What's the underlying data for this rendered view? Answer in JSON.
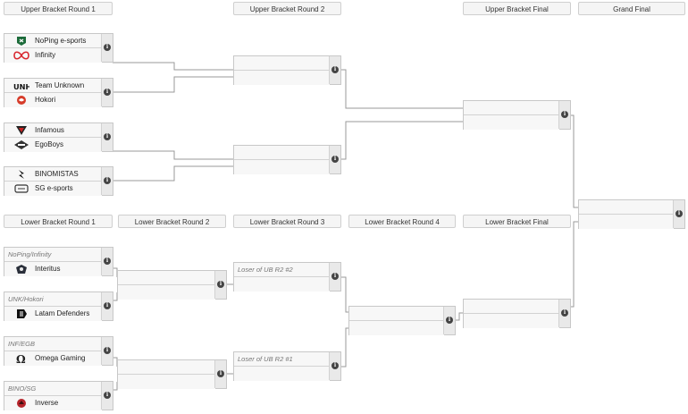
{
  "headers": {
    "ub_r1": "Upper Bracket Round 1",
    "ub_r2": "Upper Bracket Round 2",
    "ub_final": "Upper Bracket Final",
    "grand_final": "Grand Final",
    "lb_r1": "Lower Bracket Round 1",
    "lb_r2": "Lower Bracket Round 2",
    "lb_r3": "Lower Bracket Round 3",
    "lb_r4": "Lower Bracket Round 4",
    "lb_final": "Lower Bracket Final"
  },
  "info_symbol": "i",
  "upper": {
    "r1": [
      {
        "top": {
          "name": "NoPing e-sports",
          "logo": "noping-logo"
        },
        "bottom": {
          "name": "Infinity",
          "logo": "infinity-logo"
        }
      },
      {
        "top": {
          "name": "Team Unknown",
          "logo": "team-unknown-logo"
        },
        "bottom": {
          "name": "Hokori",
          "logo": "hokori-logo"
        }
      },
      {
        "top": {
          "name": "Infamous",
          "logo": "infamous-logo"
        },
        "bottom": {
          "name": "EgoBoys",
          "logo": "egoboys-logo"
        }
      },
      {
        "top": {
          "name": "BINOMISTAS",
          "logo": "binomistas-logo"
        },
        "bottom": {
          "name": "SG e-sports",
          "logo": "sg-esports-logo"
        }
      }
    ]
  },
  "lower": {
    "r1": [
      {
        "top": {
          "placeholder": "NoPing/Infinity"
        },
        "bottom": {
          "name": "Interitus",
          "logo": "interitus-logo"
        }
      },
      {
        "top": {
          "placeholder": "UNK/Hokori"
        },
        "bottom": {
          "name": "Latam Defenders",
          "logo": "latam-defenders-logo"
        }
      },
      {
        "top": {
          "placeholder": "INF/EGB"
        },
        "bottom": {
          "name": "Omega Gaming",
          "logo": "omega-gaming-logo"
        }
      },
      {
        "top": {
          "placeholder": "BINO/SG"
        },
        "bottom": {
          "name": "Inverse",
          "logo": "inverse-logo"
        }
      }
    ],
    "r3": [
      {
        "top": {
          "placeholder": "Loser of UB R2 #2"
        }
      },
      {
        "top": {
          "placeholder": "Loser of UB R2 #1"
        }
      }
    ]
  },
  "colors": {
    "line": "#9a9a9a",
    "border": "#c8c8c8",
    "header_bg": "#f5f5f5"
  }
}
